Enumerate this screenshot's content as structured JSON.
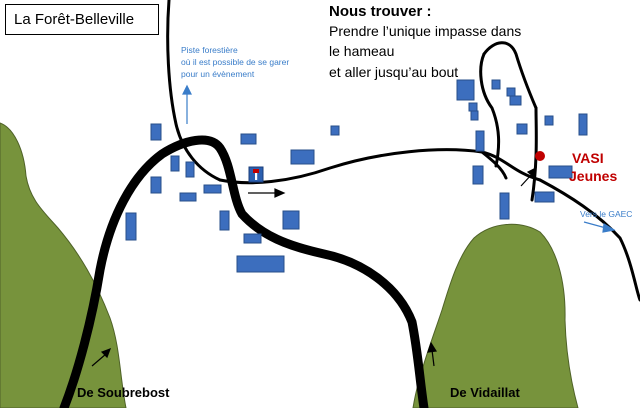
{
  "title": "La Forêt-Belleville",
  "directions": {
    "heading": "Nous trouver :",
    "lines": [
      "Prendre l’unique impasse dans",
      "le hameau",
      "et aller jusqu’au bout"
    ]
  },
  "forest_track": {
    "lines": [
      "Piste forestière",
      "où il est possible de se garer",
      "pour un évènement"
    ]
  },
  "gaec_label": "Vers le GAEC",
  "destination": {
    "lines": [
      "VASI",
      "Jeunes"
    ],
    "marker_color": "#c00000"
  },
  "origins": {
    "left": "De Soubrebost",
    "right": "De Vidaillat"
  },
  "colors": {
    "forest": "#77933c",
    "forest_border": "#4f6228",
    "building": "#3c6ebe",
    "building_border": "#274f8a",
    "annotation_blue": "#3a7dc9",
    "road": "#000000"
  },
  "icons": {
    "dead_end_sign": "no-through-road-icon"
  }
}
